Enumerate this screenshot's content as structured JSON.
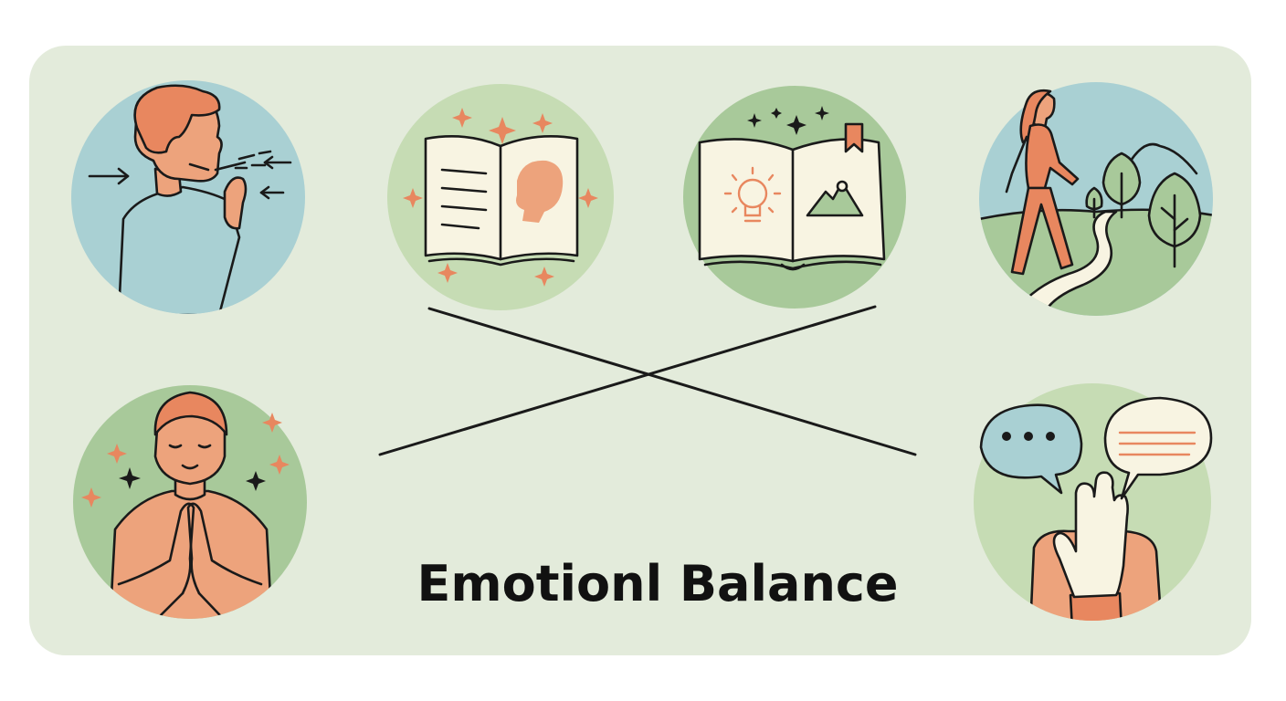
{
  "title": "Emotionl Balance",
  "colors": {
    "background": "#e3ebdb",
    "circle_blue": "#a9d0d3",
    "circle_green": "#c6dcb4",
    "accent_orange": "#e8875f",
    "skin": "#eda37c",
    "paper": "#f8f4e2",
    "ink": "#1a1a1a"
  },
  "illustrations": [
    {
      "name": "deep-breathing-icon",
      "position": "top-left"
    },
    {
      "name": "open-book-face-icon",
      "position": "top-center-left"
    },
    {
      "name": "open-book-idea-icon",
      "position": "top-center-right"
    },
    {
      "name": "nature-walk-icon",
      "position": "top-right"
    },
    {
      "name": "meditation-icon",
      "position": "bottom-left"
    },
    {
      "name": "communication-icon",
      "position": "bottom-right"
    }
  ]
}
